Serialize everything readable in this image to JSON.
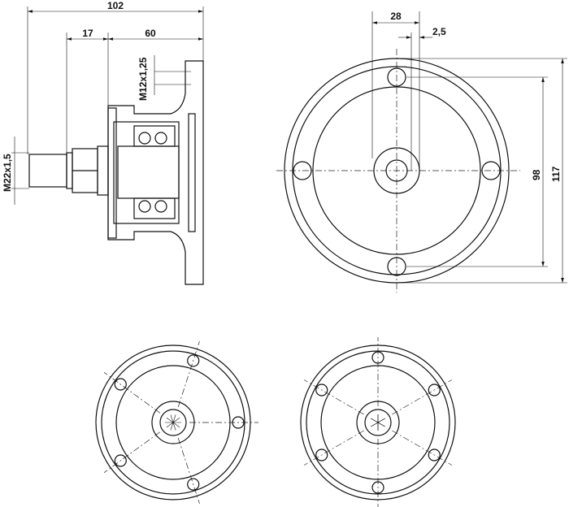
{
  "drawing": {
    "side_view": {
      "overall_length": "102",
      "shoulder_length": "17",
      "hub_length": "60",
      "flange_thread": "M12x1,25",
      "spindle_thread": "M22x1,5"
    },
    "front_view": {
      "hub_offset_width": "28",
      "offset": "2,5",
      "bolt_circle_diameter": "98",
      "flange_diameter": "117"
    },
    "variants": [
      {
        "bolt_holes": 5
      },
      {
        "bolt_holes": 6
      }
    ]
  }
}
